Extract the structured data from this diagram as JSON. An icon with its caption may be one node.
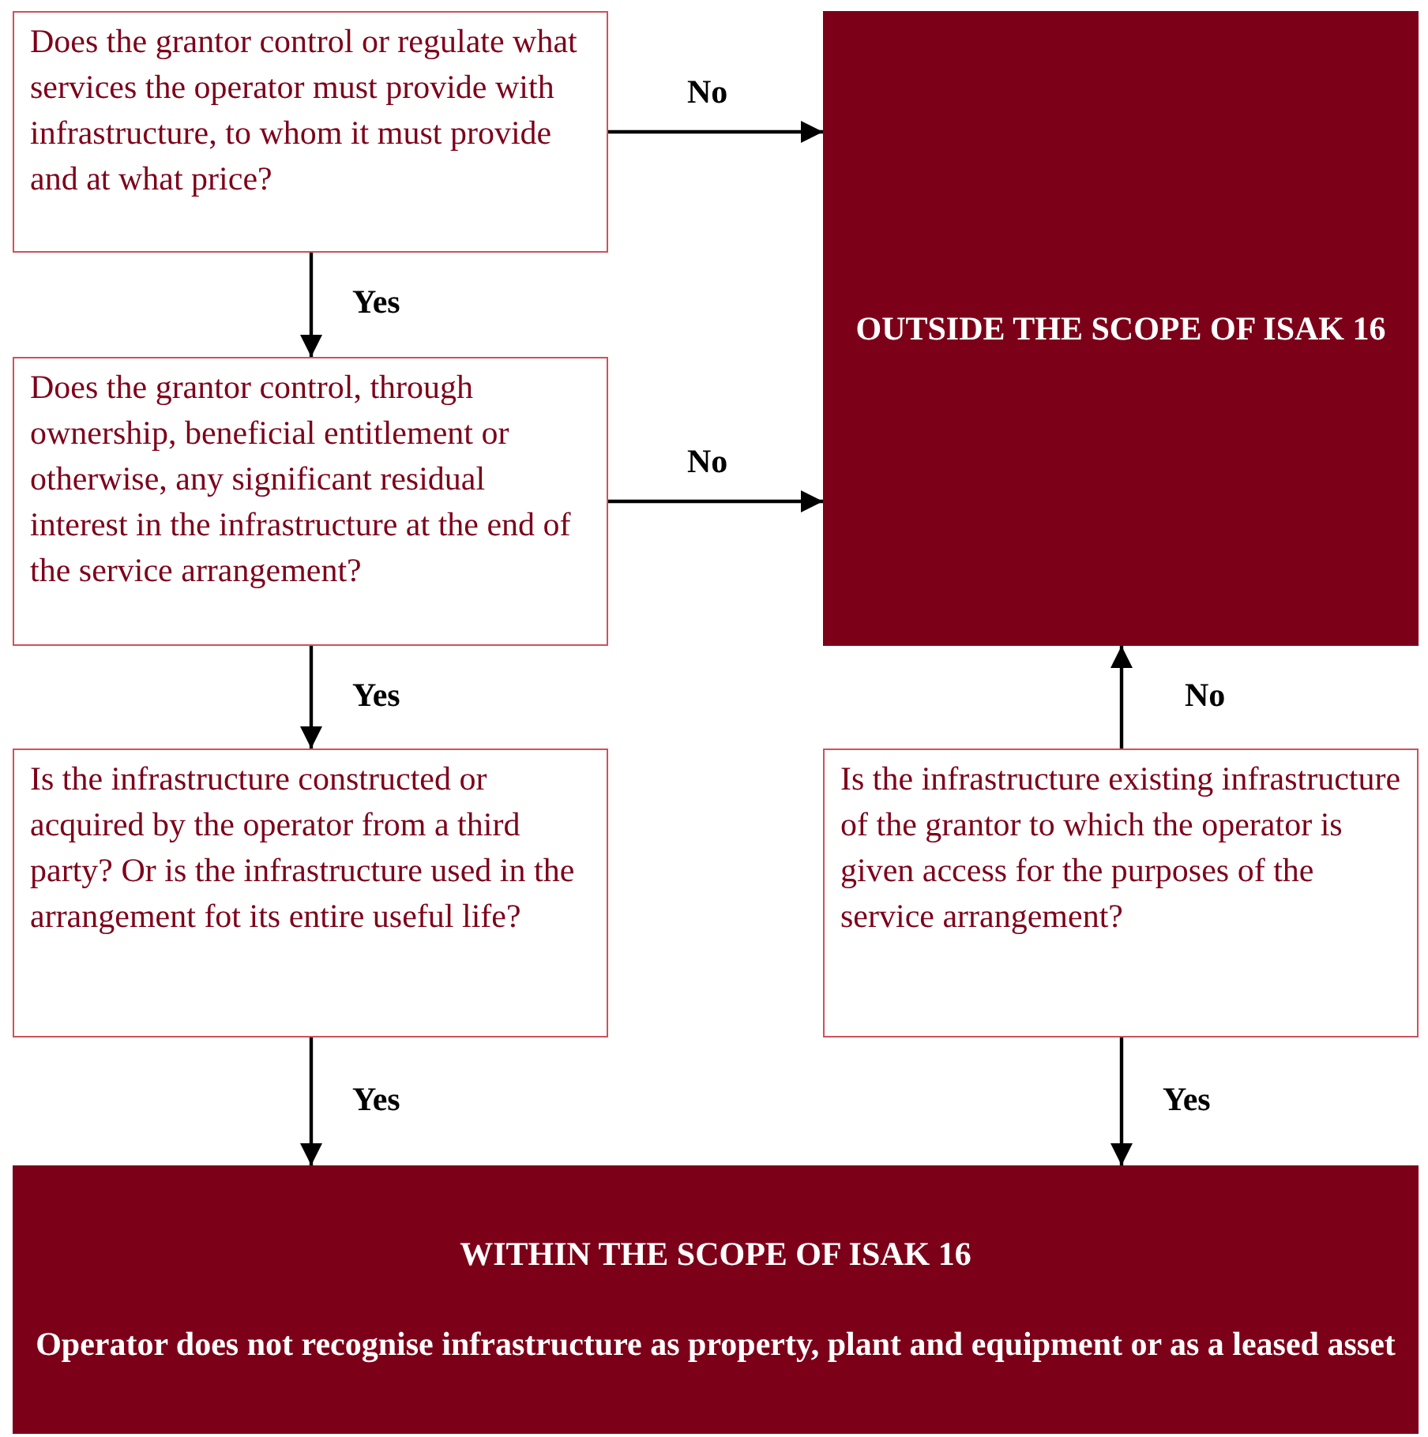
{
  "diagram": {
    "nodes": [
      {
        "text": [
          "Does the grantor control or regulate what services the operator must provide with infrastructure, to whom it must provide and at what price?"
        ]
      },
      {
        "text": [
          "OUTSIDE THE SCOPE OF ISAK 16"
        ]
      },
      {
        "text": [
          "Does the grantor control, through ownership, beneficial entitlement or otherwise, any significant residual interest in the infrastructure at the end of the service arrangement?"
        ]
      },
      {
        "text": [
          "Is the infrastructure constructed or acquired by the operator from a third party? Or is the infrastructure used in the arrangement fot its entire useful life?"
        ]
      },
      {
        "text": [
          "Is the infrastructure existing infrastructure of the grantor to which the operator is given access for the purposes of the service arrangement?"
        ]
      },
      {
        "text": [
          "WITHIN THE SCOPE OF ISAK 16",
          "Operator does not recognise infrastructure as property, plant and equipment or as a leased asset"
        ]
      }
    ],
    "edges": [
      {
        "from": 0,
        "to": 1,
        "arrow": "to",
        "label": "No"
      },
      {
        "from": 0,
        "to": 2,
        "arrow": "to",
        "label": "Yes"
      },
      {
        "from": 2,
        "to": 1,
        "arrow": "to",
        "label": "No"
      },
      {
        "from": 2,
        "to": 3,
        "arrow": "to",
        "label": "Yes"
      },
      {
        "from": 3,
        "to": 5,
        "arrow": "to",
        "label": "Yes"
      },
      {
        "from": 4,
        "to": 1,
        "arrow": "to",
        "label": "No"
      },
      {
        "from": 4,
        "to": 5,
        "arrow": "to",
        "label": "Yes"
      }
    ]
  }
}
